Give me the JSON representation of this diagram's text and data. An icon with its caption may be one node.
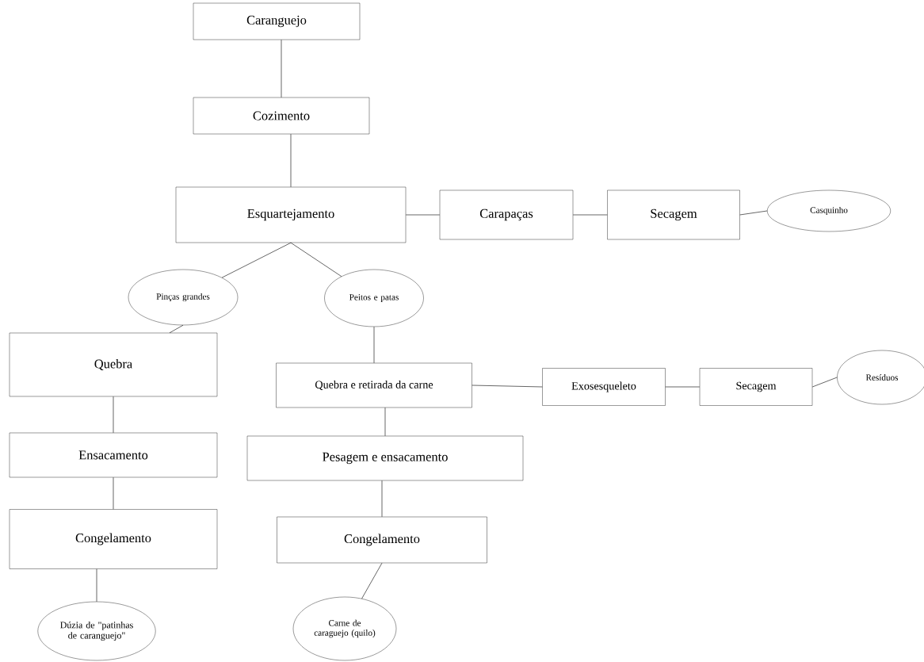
{
  "diagram": {
    "nodes": [
      {
        "text": [
          "Caranguejo"
        ]
      },
      {
        "text": [
          "Cozimento"
        ]
      },
      {
        "text": [
          "Esquartejamento"
        ]
      },
      {
        "text": [
          "Carapaças"
        ]
      },
      {
        "text": [
          "Secagem"
        ]
      },
      {
        "text": [
          "Casquinho"
        ]
      },
      {
        "text": [
          "Pinças grandes"
        ]
      },
      {
        "text": [
          "Peitos e patas"
        ]
      },
      {
        "text": [
          "Quebra"
        ]
      },
      {
        "text": [
          "Quebra e retirada da carne"
        ]
      },
      {
        "text": [
          "Exosesqueleto"
        ]
      },
      {
        "text": [
          "Secagem"
        ]
      },
      {
        "text": [
          "Resíduos"
        ]
      },
      {
        "text": [
          "Ensacamento"
        ]
      },
      {
        "text": [
          "Pesagem e ensacamento"
        ]
      },
      {
        "text": [
          "Congelamento"
        ]
      },
      {
        "text": [
          "Congelamento"
        ]
      },
      {
        "text": [
          "Dúzia de \"patinhas de caranguejo\""
        ]
      },
      {
        "text": [
          "Carne de caraguejo (quilo)"
        ]
      }
    ],
    "edges": [
      {
        "from": 0,
        "to": 1,
        "arrow": "none"
      },
      {
        "from": 1,
        "to": 2,
        "arrow": "none"
      },
      {
        "from": 2,
        "to": 3,
        "arrow": "none"
      },
      {
        "from": 3,
        "to": 4,
        "arrow": "none"
      },
      {
        "from": 4,
        "to": 5,
        "arrow": "none"
      },
      {
        "from": 2,
        "to": 6,
        "arrow": "none"
      },
      {
        "from": 2,
        "to": 7,
        "arrow": "none"
      },
      {
        "from": 6,
        "to": 8,
        "arrow": "none"
      },
      {
        "from": 7,
        "to": 9,
        "arrow": "none"
      },
      {
        "from": 9,
        "to": 10,
        "arrow": "none"
      },
      {
        "from": 10,
        "to": 11,
        "arrow": "none"
      },
      {
        "from": 11,
        "to": 12,
        "arrow": "none"
      },
      {
        "from": 8,
        "to": 13,
        "arrow": "none"
      },
      {
        "from": 13,
        "to": 15,
        "arrow": "none"
      },
      {
        "from": 15,
        "to": 17,
        "arrow": "none"
      },
      {
        "from": 9,
        "to": 14,
        "arrow": "none"
      },
      {
        "from": 14,
        "to": 16,
        "arrow": "none"
      },
      {
        "from": 16,
        "to": 18,
        "arrow": "none"
      }
    ]
  }
}
